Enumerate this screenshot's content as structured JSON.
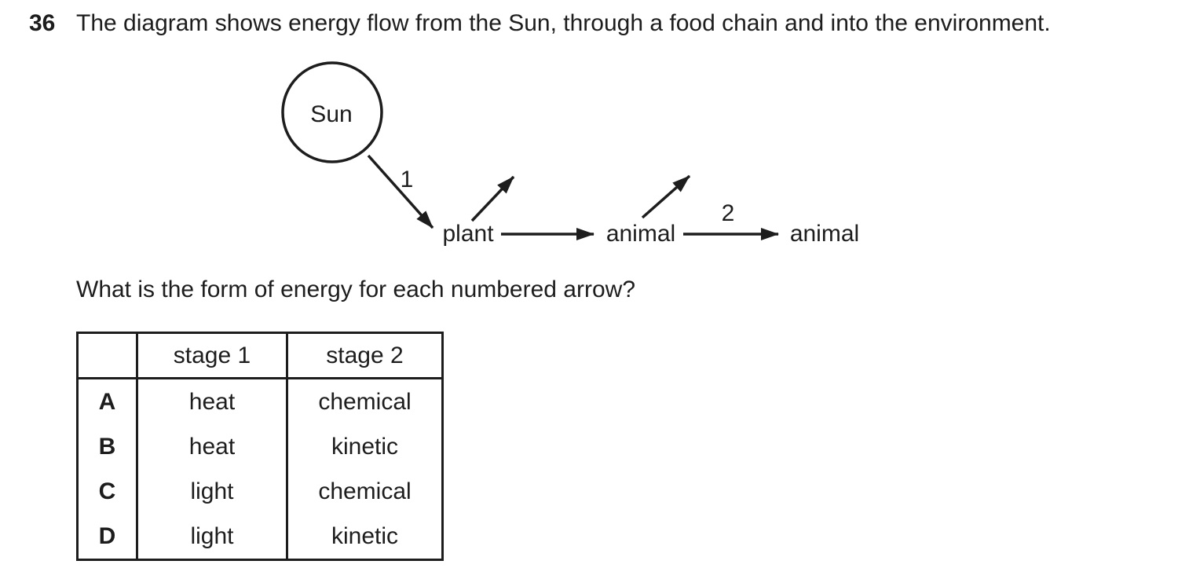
{
  "question": {
    "number": "36",
    "intro": "The diagram shows energy flow from the Sun, through a food chain and into the environment.",
    "prompt": "What is the form of energy for each numbered arrow?"
  },
  "diagram": {
    "sun_label": "Sun",
    "arrow1_label": "1",
    "arrow2_label": "2",
    "plant_label": "plant",
    "animal1_label": "animal",
    "animal2_label": "animal"
  },
  "table": {
    "headers": [
      "",
      "stage 1",
      "stage 2"
    ],
    "rows": [
      {
        "option": "A",
        "stage1": "heat",
        "stage2": "chemical"
      },
      {
        "option": "B",
        "stage1": "heat",
        "stage2": "kinetic"
      },
      {
        "option": "C",
        "stage1": "light",
        "stage2": "chemical"
      },
      {
        "option": "D",
        "stage1": "light",
        "stage2": "kinetic"
      }
    ]
  },
  "colors": {
    "ink": "#1d1d1d",
    "paper": "#ffffff"
  }
}
